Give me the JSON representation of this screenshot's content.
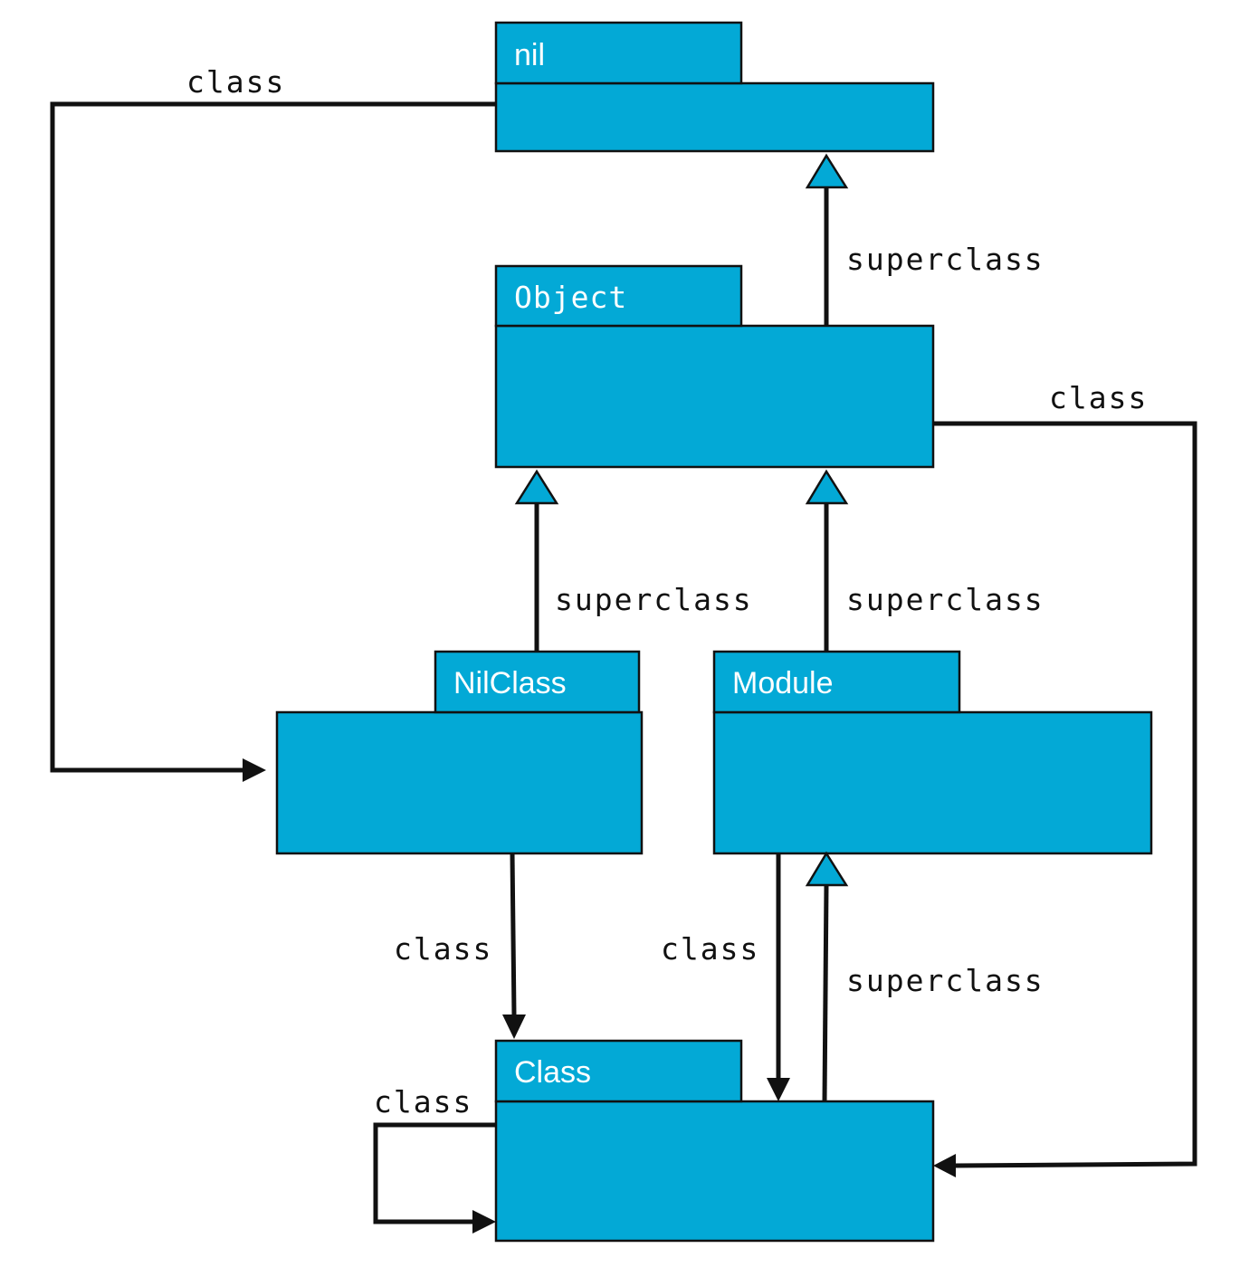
{
  "colors": {
    "box": "#03a9d6",
    "border": "#111111",
    "title_text": "#ffffff",
    "edge": "#111111",
    "background": "#ffffff"
  },
  "nodes": {
    "nil": {
      "title": "nil"
    },
    "object": {
      "title": "Object"
    },
    "nilclass": {
      "title": "NilClass"
    },
    "module": {
      "title": "Module"
    },
    "class": {
      "title": "Class"
    }
  },
  "edges": {
    "nil_class": {
      "label": "class",
      "from": "nil",
      "to": "NilClass",
      "kind": "class"
    },
    "object_superclass": {
      "label": "superclass",
      "from": "Object",
      "to": "nil",
      "kind": "superclass"
    },
    "object_class": {
      "label": "class",
      "from": "Object",
      "to": "Class",
      "kind": "class"
    },
    "nilclass_superclass": {
      "label": "superclass",
      "from": "NilClass",
      "to": "Object",
      "kind": "superclass"
    },
    "module_superclass": {
      "label": "superclass",
      "from": "Module",
      "to": "Object",
      "kind": "superclass"
    },
    "nilclass_class": {
      "label": "class",
      "from": "NilClass",
      "to": "Class",
      "kind": "class"
    },
    "module_class": {
      "label": "class",
      "from": "Module",
      "to": "Class",
      "kind": "class"
    },
    "class_superclass": {
      "label": "superclass",
      "from": "Class",
      "to": "Module",
      "kind": "superclass"
    },
    "class_class": {
      "label": "class",
      "from": "Class",
      "to": "Class",
      "kind": "class"
    }
  }
}
